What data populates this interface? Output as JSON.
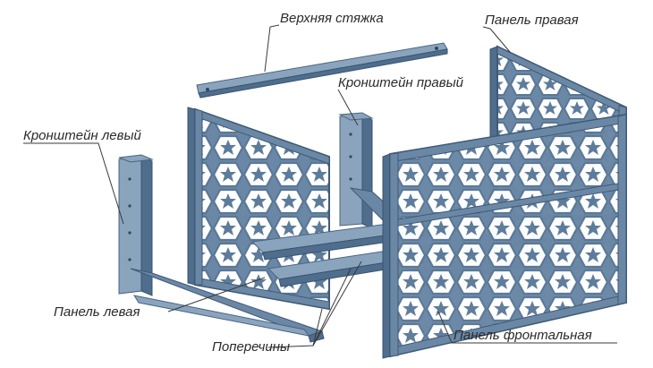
{
  "labels": {
    "top_tie": "Верхняя стяжка",
    "right_panel": "Панель правая",
    "right_bracket": "Кронштейн правый",
    "left_bracket": "Кронштейн левый",
    "left_panel": "Панель левая",
    "crossbars": "Поперечины",
    "front_panel": "Панель фронтальная"
  },
  "colors": {
    "metal": "#6a88a6",
    "metal_dark": "#4f6d8c",
    "metal_light": "#8aa4be",
    "text": "#2b2b2b"
  }
}
